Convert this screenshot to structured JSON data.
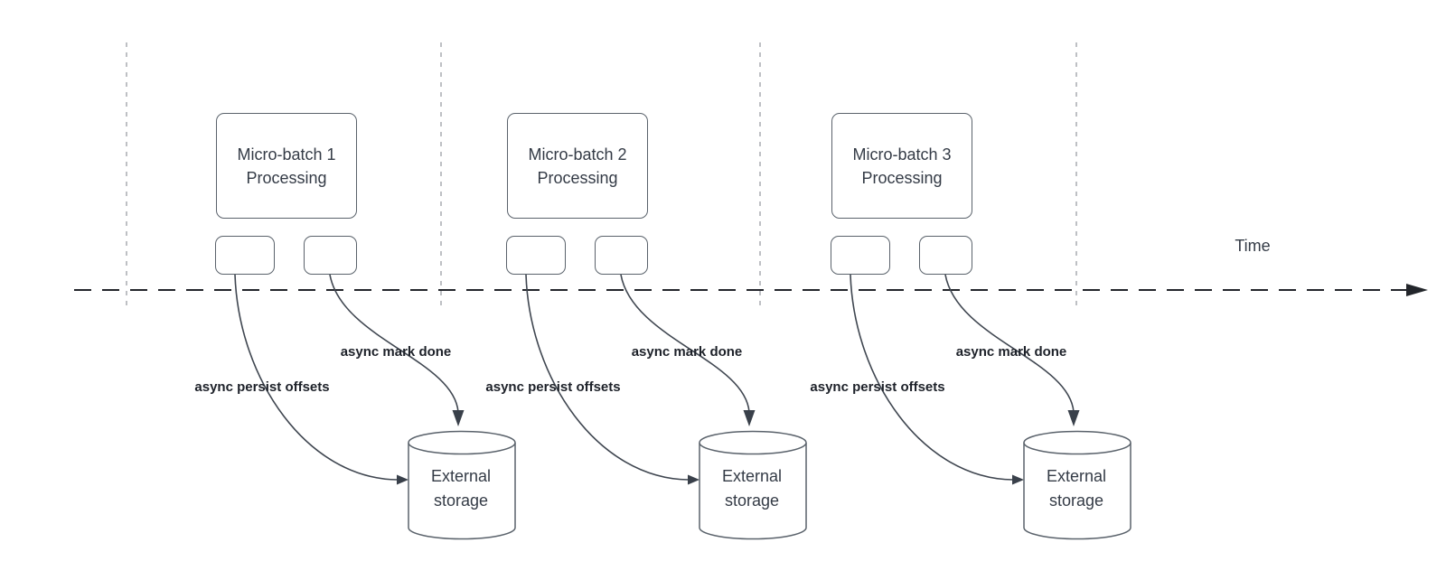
{
  "colors": {
    "background": "#ffffff",
    "shape_stroke": "#5a626b",
    "arrow_stroke": "#3f4650",
    "arrow_fill": "#39404a",
    "timeline_stroke": "#23262b",
    "separator_stroke": "#a9acb0",
    "shape_text": "#343b46",
    "label_text": "#1d2129"
  },
  "time_axis": {
    "label": "Time"
  },
  "batches": [
    {
      "title_line1": "Micro-batch 1",
      "title_line2": "Processing",
      "persist_offsets_label": "async persist offsets",
      "mark_done_label": "async mark done",
      "storage_line1": "External",
      "storage_line2": "storage"
    },
    {
      "title_line1": "Micro-batch 2",
      "title_line2": "Processing",
      "persist_offsets_label": "async persist offsets",
      "mark_done_label": "async mark done",
      "storage_line1": "External",
      "storage_line2": "storage"
    },
    {
      "title_line1": "Micro-batch 3",
      "title_line2": "Processing",
      "persist_offsets_label": "async persist offsets",
      "mark_done_label": "async mark done",
      "storage_line1": "External",
      "storage_line2": "storage"
    }
  ]
}
